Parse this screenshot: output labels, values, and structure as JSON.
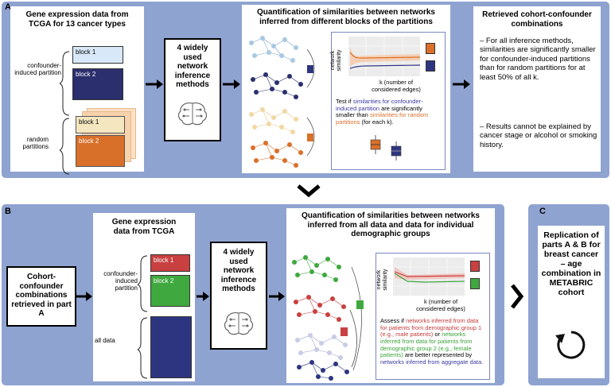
{
  "panel_a": {
    "letter": "A",
    "data_box": {
      "title": "Gene expression data from TCGA for 13 cancer types",
      "confounder_label": "confounder-induced partition",
      "random_label": "random partitions",
      "block1": "block 1",
      "block2": "block 2",
      "block1b": "block 1",
      "block2b": "block 2"
    },
    "methods_box": {
      "title": "4 widely used network inference methods"
    },
    "quant_box": {
      "title": "Quantification of similarities between networks inferred from different blocks of the partitions",
      "ylabel": "network similarity",
      "xlabel": "k (number of considered edges)",
      "test_prefix": "Test if ",
      "test_blue": "similarities for confounder-induced partition",
      "test_mid": " are significantly smaller than ",
      "test_orange": "similarities for random partitions",
      "test_suffix": " (for each k)."
    },
    "result_box": {
      "title": "Retrieved cohort-confounder combinations",
      "bullet1": "– For all inference methods, similarities are significantly smaller for confounder-induced partitions than for random partitions for at least 50% of all k.",
      "bullet2": "– Results cannot be explained by cancer stage or alcohol or smoking history."
    }
  },
  "panel_b": {
    "letter": "B",
    "cohort_box": {
      "title": "Cohort-confounder combinations retrieved in part A"
    },
    "data_box": {
      "title": "Gene expression data from TCGA",
      "confounder_label": "confounder-induced partition",
      "all_label": "all data",
      "block1": "block 1",
      "block2": "block 2"
    },
    "methods_box": {
      "title": "4 widely used network inference methods"
    },
    "quant_box": {
      "title": "Quantification of similarities between networks inferred from all data and data for individual demographic groups",
      "ylabel": "network similarity",
      "xlabel": "k (number of considered edges)",
      "assess_prefix": "Assess if ",
      "assess_red": "networks inferred from data for patients from demographic group 1 (e.g., male patients)",
      "assess_or": " or ",
      "assess_green": "networks inferred from data for patients from demographic group 2 (e.g., female patients)",
      "assess_mid": " are better represented by ",
      "assess_blue": "networks inferred from aggregate data."
    }
  },
  "panel_c": {
    "letter": "C",
    "box": {
      "title": "Replication of parts A & B for breast cancer – age combination in METABRIC cohort"
    }
  },
  "colors": {
    "panel_bg": "#8fa3d0",
    "blue_block": "#2b2f6e",
    "light_block": "#d8e8f8",
    "orange_block": "#d9702a",
    "red_block": "#c94040",
    "green_block": "#3fa83f",
    "navy_block": "#2e3580"
  }
}
